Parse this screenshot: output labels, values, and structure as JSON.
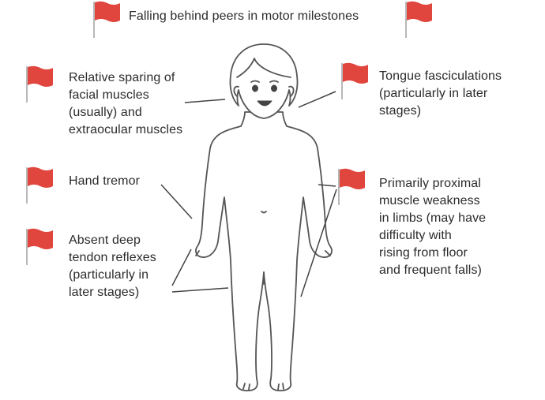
{
  "title": "Falling behind peers in motor milestones",
  "annotations": {
    "facial": "Relative sparing of\nfacial muscles\n(usually) and\nextraocular muscles",
    "tongue": "Tongue fasciculations\n(particularly in later\nstages)",
    "tremor": "Hand tremor",
    "weakness": "Primarily proximal\nmuscle weakness\nin limbs (may have\ndifficulty with\nrising from floor\nand frequent falls)",
    "reflexes": "Absent deep\ntendon reflexes\n(particularly in\nlater stages)"
  },
  "colors": {
    "flag": "#e1463e",
    "pole": "#b8b8b8",
    "outline": "#555555",
    "leader": "#444444",
    "text": "#2b2b2b"
  },
  "icons": [
    "red-flag-icon",
    "child-figure-illustration"
  ]
}
